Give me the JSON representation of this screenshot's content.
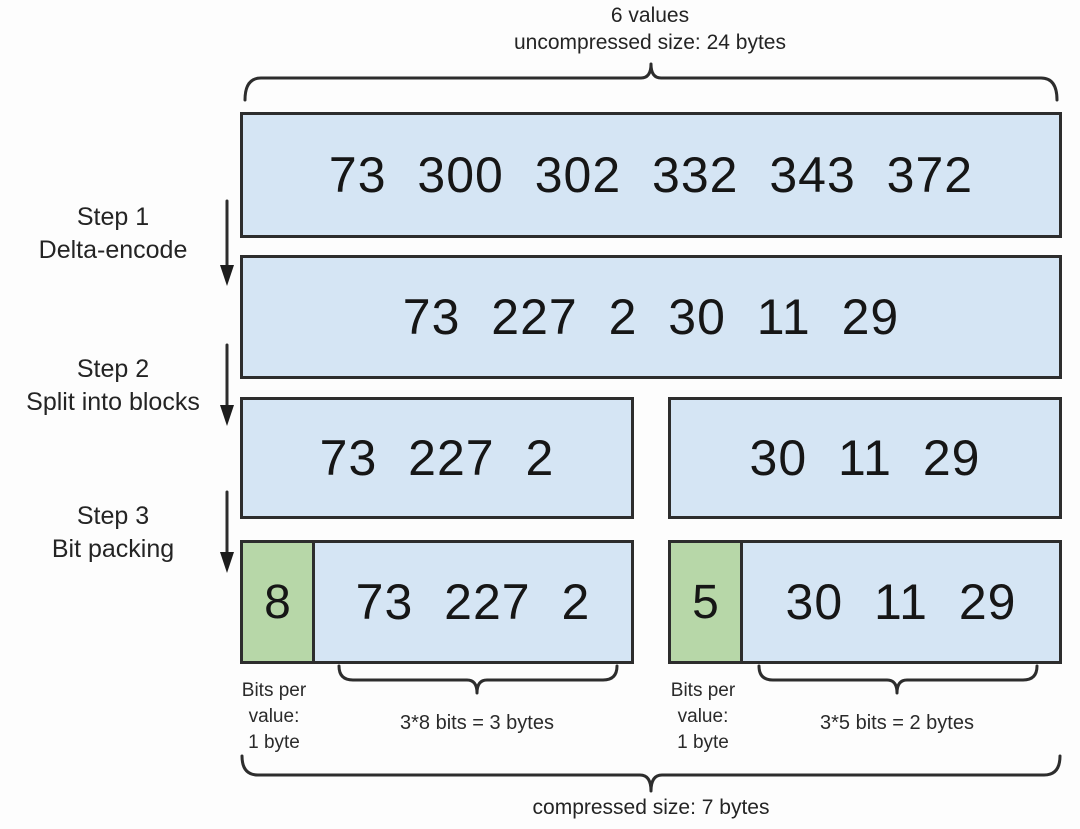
{
  "title": {
    "line1": "6 values",
    "line2": "uncompressed size: 24 bytes"
  },
  "steps": [
    {
      "line1": "Step 1",
      "line2": "Delta-encode"
    },
    {
      "line1": "Step 2",
      "line2": "Split into blocks"
    },
    {
      "line1": "Step 3",
      "line2": "Bit packing"
    }
  ],
  "boxes": {
    "original": "73 300 302 332 343 372",
    "delta": "73 227 2 30 11 29",
    "block1": "73 227 2",
    "block2": "30 11 29",
    "packed1": {
      "bits": "8",
      "values": "73 227 2"
    },
    "packed2": {
      "bits": "5",
      "values": "30 11 29"
    }
  },
  "labels": {
    "bits_per_value": [
      "Bits per",
      "value:",
      "1 byte"
    ],
    "block1_size": "3*8 bits = 3 bytes",
    "block2_size": "3*5 bits = 2 bytes",
    "compressed": "compressed size: 7 bytes"
  },
  "colors": {
    "box_blue": "#d5e5f4",
    "box_green": "#b7d7a8",
    "border": "#2d2d2d"
  }
}
